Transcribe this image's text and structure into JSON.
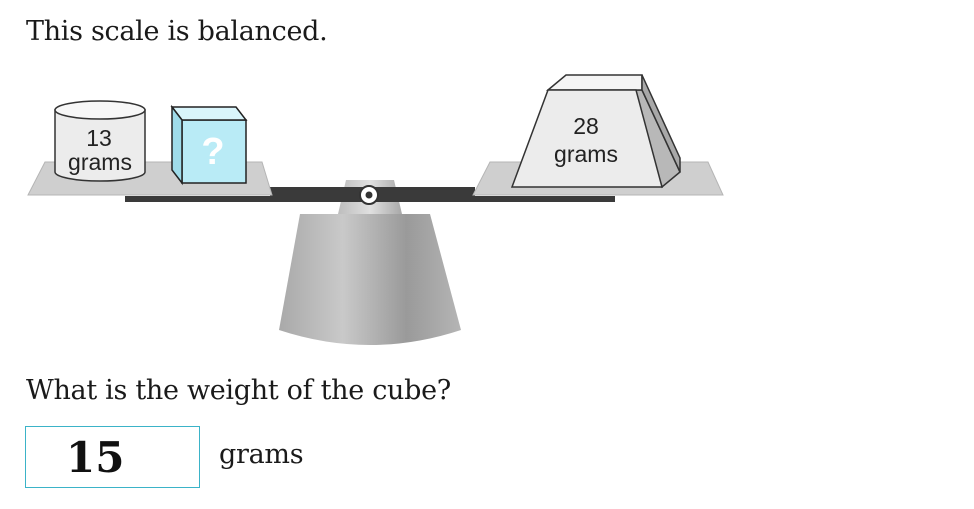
{
  "prompt": "This scale is balanced.",
  "left_pan": {
    "cylinder": {
      "value": "13",
      "unit": "grams"
    },
    "cube": {
      "label": "?"
    }
  },
  "right_pan": {
    "weight": {
      "value": "28",
      "unit": "grams"
    }
  },
  "question": "What is the weight of the cube?",
  "answer": {
    "value": "15",
    "unit": "grams"
  },
  "colors": {
    "cube_fill": "#b9ebf6",
    "cube_label": "#ffffff",
    "input_border": "#3bb3c8",
    "pan": "#cfcfcf",
    "beam": "#3a3a3a"
  }
}
